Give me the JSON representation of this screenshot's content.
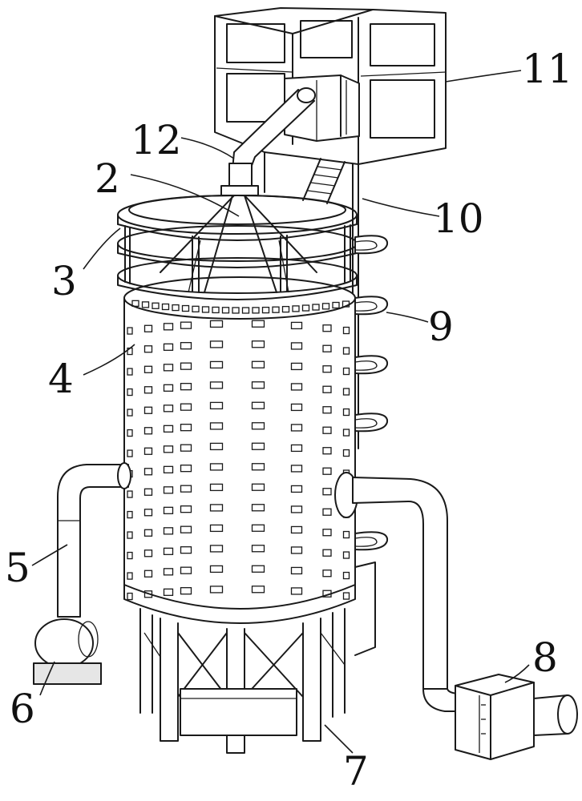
{
  "labels": [
    {
      "id": "1",
      "text": "11"
    },
    {
      "id": "2",
      "text": "12"
    },
    {
      "id": "3",
      "text": "2"
    },
    {
      "id": "4",
      "text": "10"
    },
    {
      "id": "5",
      "text": "3"
    },
    {
      "id": "6",
      "text": "9"
    },
    {
      "id": "7",
      "text": "4"
    },
    {
      "id": "8",
      "text": "5"
    },
    {
      "id": "9",
      "text": "6"
    },
    {
      "id": "10",
      "text": "8"
    },
    {
      "id": "11",
      "text": "7"
    }
  ],
  "components": [
    "support-frame",
    "inlet-pipe",
    "feed-hood",
    "ring-collars",
    "perforated-drum",
    "outlet-pipe-left",
    "blower-pump",
    "leg-frame",
    "side-brackets",
    "ladder",
    "outlet-pipe-right",
    "filter-box"
  ]
}
